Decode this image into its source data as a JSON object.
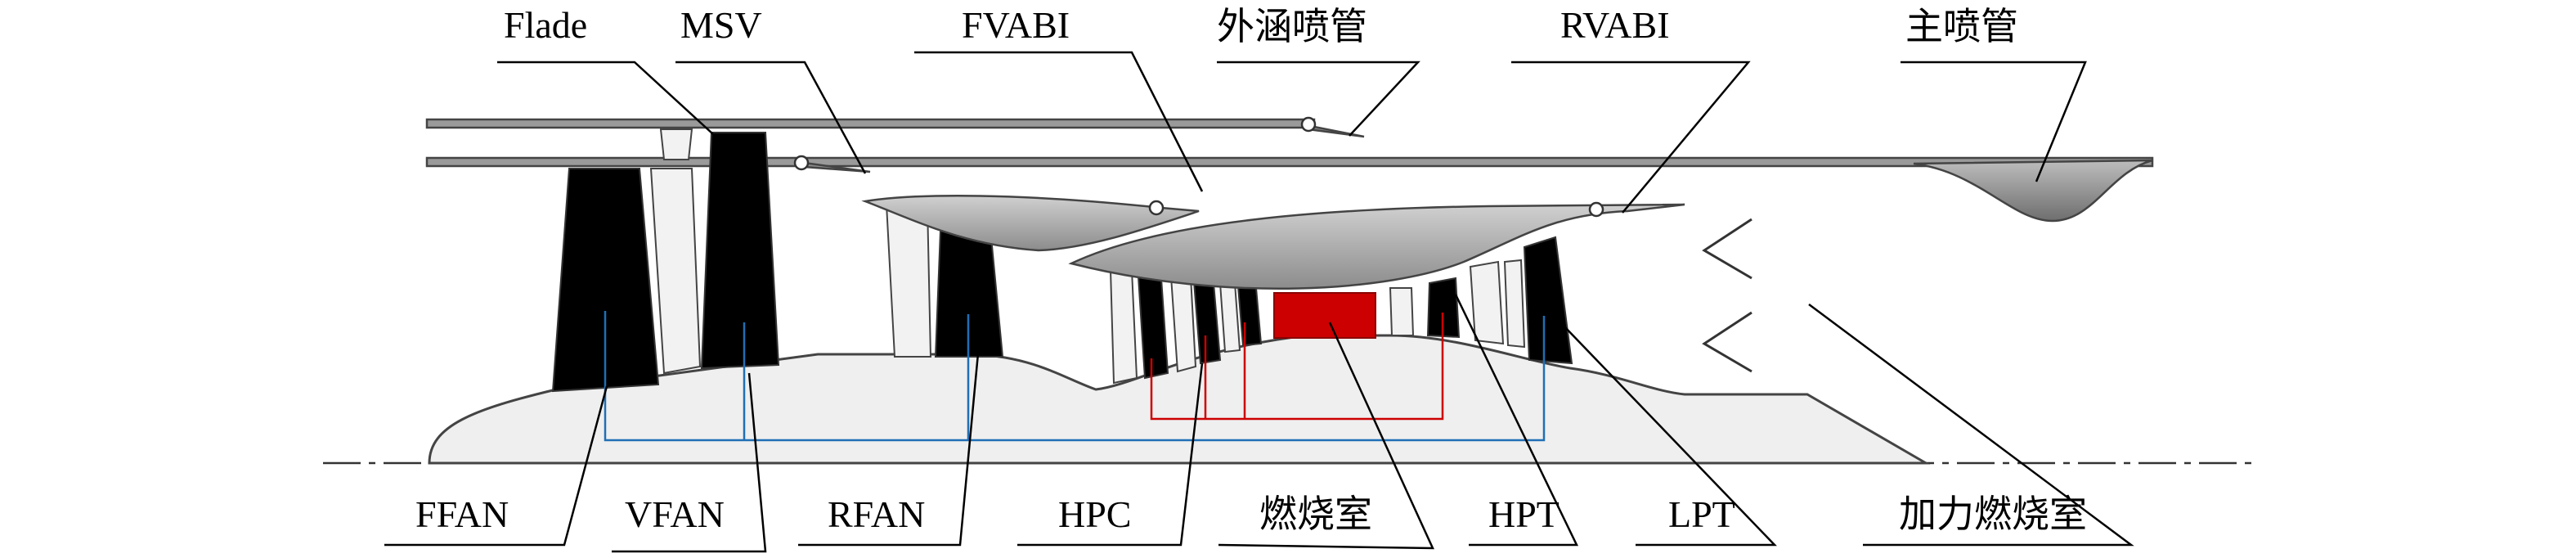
{
  "labels": {
    "top": {
      "flade": "Flade",
      "msv": "MSV",
      "fvabi": "FVABI",
      "bypass_nozzle": "外涵喷管",
      "rvabi": "RVABI",
      "main_nozzle": "主喷管"
    },
    "bottom": {
      "ffan": "FFAN",
      "vfan": "VFAN",
      "rfan": "RFAN",
      "hpc": "HPC",
      "combustor": "燃烧室",
      "hpt": "HPT",
      "lpt": "LPT",
      "afterburner": "加力燃烧室"
    }
  },
  "colors": {
    "outline": "#3a3a3a",
    "blade_dark": "#000000",
    "blade_light": "#f2f2f2",
    "hub_fill": "#efefef",
    "nacelle_gray": "#a6a6a6",
    "combustor_red": "#cc0000",
    "low_spool_shaft": "#1f6fb5",
    "high_spool_shaft": "#cc0000"
  }
}
